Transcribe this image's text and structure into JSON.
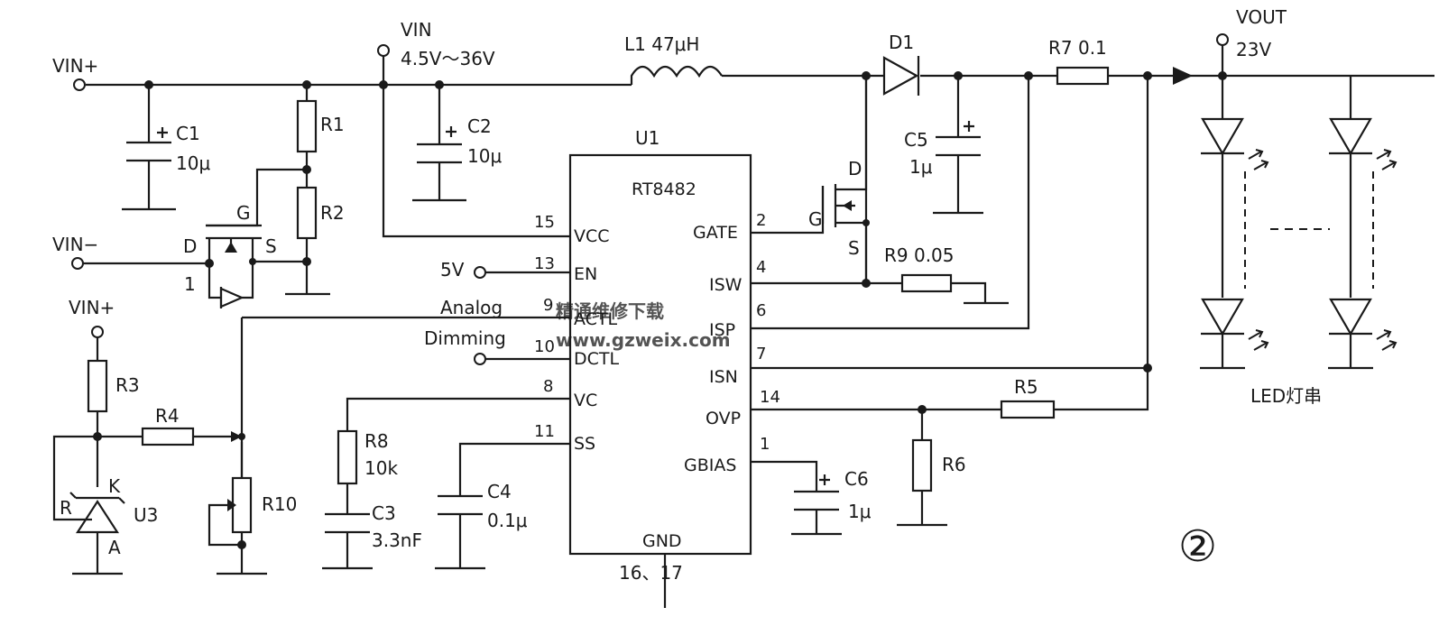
{
  "labels": {
    "vin_plus_top": "VIN+",
    "vin_minus": "VIN−",
    "vin_plus_left": "VIN+",
    "vin": "VIN",
    "vin_range": "4.5V～36V",
    "l1": "L1 47μH",
    "d1": "D1",
    "r7": "R7 0.1",
    "vout": "VOUT",
    "vout_value": "23V",
    "c1": "C1",
    "c1_value": "10μ",
    "c2": "C2",
    "c2_value": "10μ",
    "r1": "R1",
    "r2": "R2",
    "q1_g": "G",
    "q1_d": "D",
    "q1_s": "S",
    "q1_num": "1",
    "u1": "U1",
    "u1_part": "RT8482",
    "c5": "C5",
    "c5_value": "1μ",
    "q2_d": "D",
    "q2_g": "G",
    "q2_s": "S",
    "r9": "R9 0.05",
    "five_v": "5V",
    "analog": "Analog",
    "dimming": "Dimming",
    "r3": "R3",
    "r4": "R4",
    "r10": "R10",
    "u3": "U3",
    "u3_k": "K",
    "u3_r": "R",
    "u3_a": "A",
    "r8": "R8",
    "r8_value": "10k",
    "c3": "C3",
    "c3_value": "3.3nF",
    "c4": "C4",
    "c4_value": "0.1μ",
    "r5": "R5",
    "r6": "R6",
    "c6": "C6",
    "c6_value": "1μ",
    "gnd_pins": "16、17",
    "led_string": "LED灯串",
    "figure_no": "②"
  },
  "u1_pins": {
    "left": [
      {
        "num": "15",
        "name": "VCC"
      },
      {
        "num": "13",
        "name": "EN"
      },
      {
        "num": "9",
        "name": "ACTL"
      },
      {
        "num": "10",
        "name": "DCTL"
      },
      {
        "num": "8",
        "name": "VC"
      },
      {
        "num": "11",
        "name": "SS"
      }
    ],
    "right": [
      {
        "num": "2",
        "name": "GATE"
      },
      {
        "num": "4",
        "name": "ISW"
      },
      {
        "num": "6",
        "name": "ISP"
      },
      {
        "num": "7",
        "name": "ISN"
      },
      {
        "num": "14",
        "name": "OVP"
      },
      {
        "num": "1",
        "name": "GBIAS"
      }
    ],
    "bottom": {
      "name": "GND"
    }
  },
  "watermark": {
    "title": "精通维修下载",
    "url": "www.gzweix.com"
  },
  "colors": {
    "ink": "#1a1a1a",
    "watermark": "#f2b79a",
    "background": "#ffffff"
  }
}
